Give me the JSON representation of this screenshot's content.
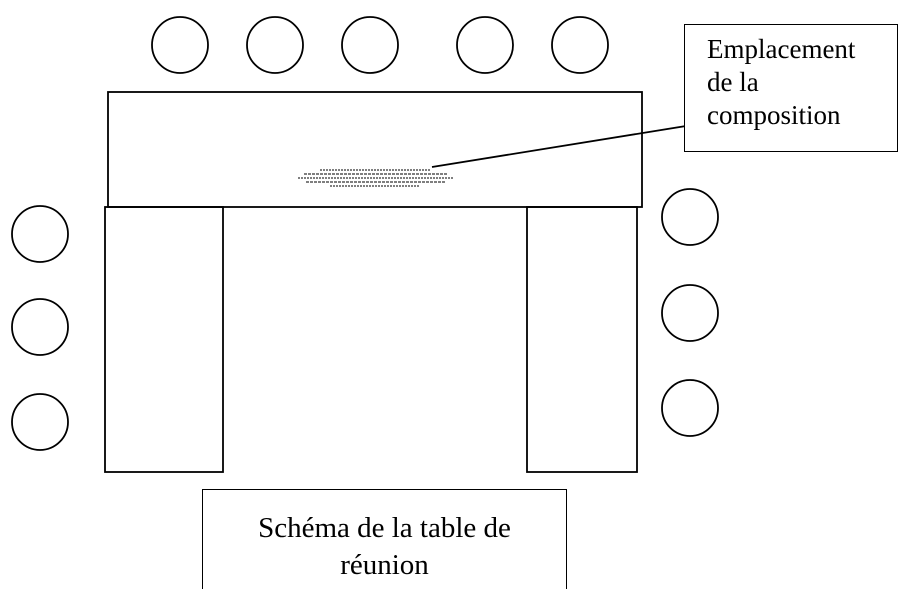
{
  "callout": {
    "lines": [
      "Emplacement",
      "de la",
      "composition"
    ]
  },
  "caption": {
    "lines": [
      "Schéma de la table de",
      "réunion"
    ]
  },
  "seats": {
    "top_count": 5,
    "left_count": 3,
    "right_count": 3
  },
  "colors": {
    "stroke": "#000000",
    "background": "#ffffff"
  }
}
